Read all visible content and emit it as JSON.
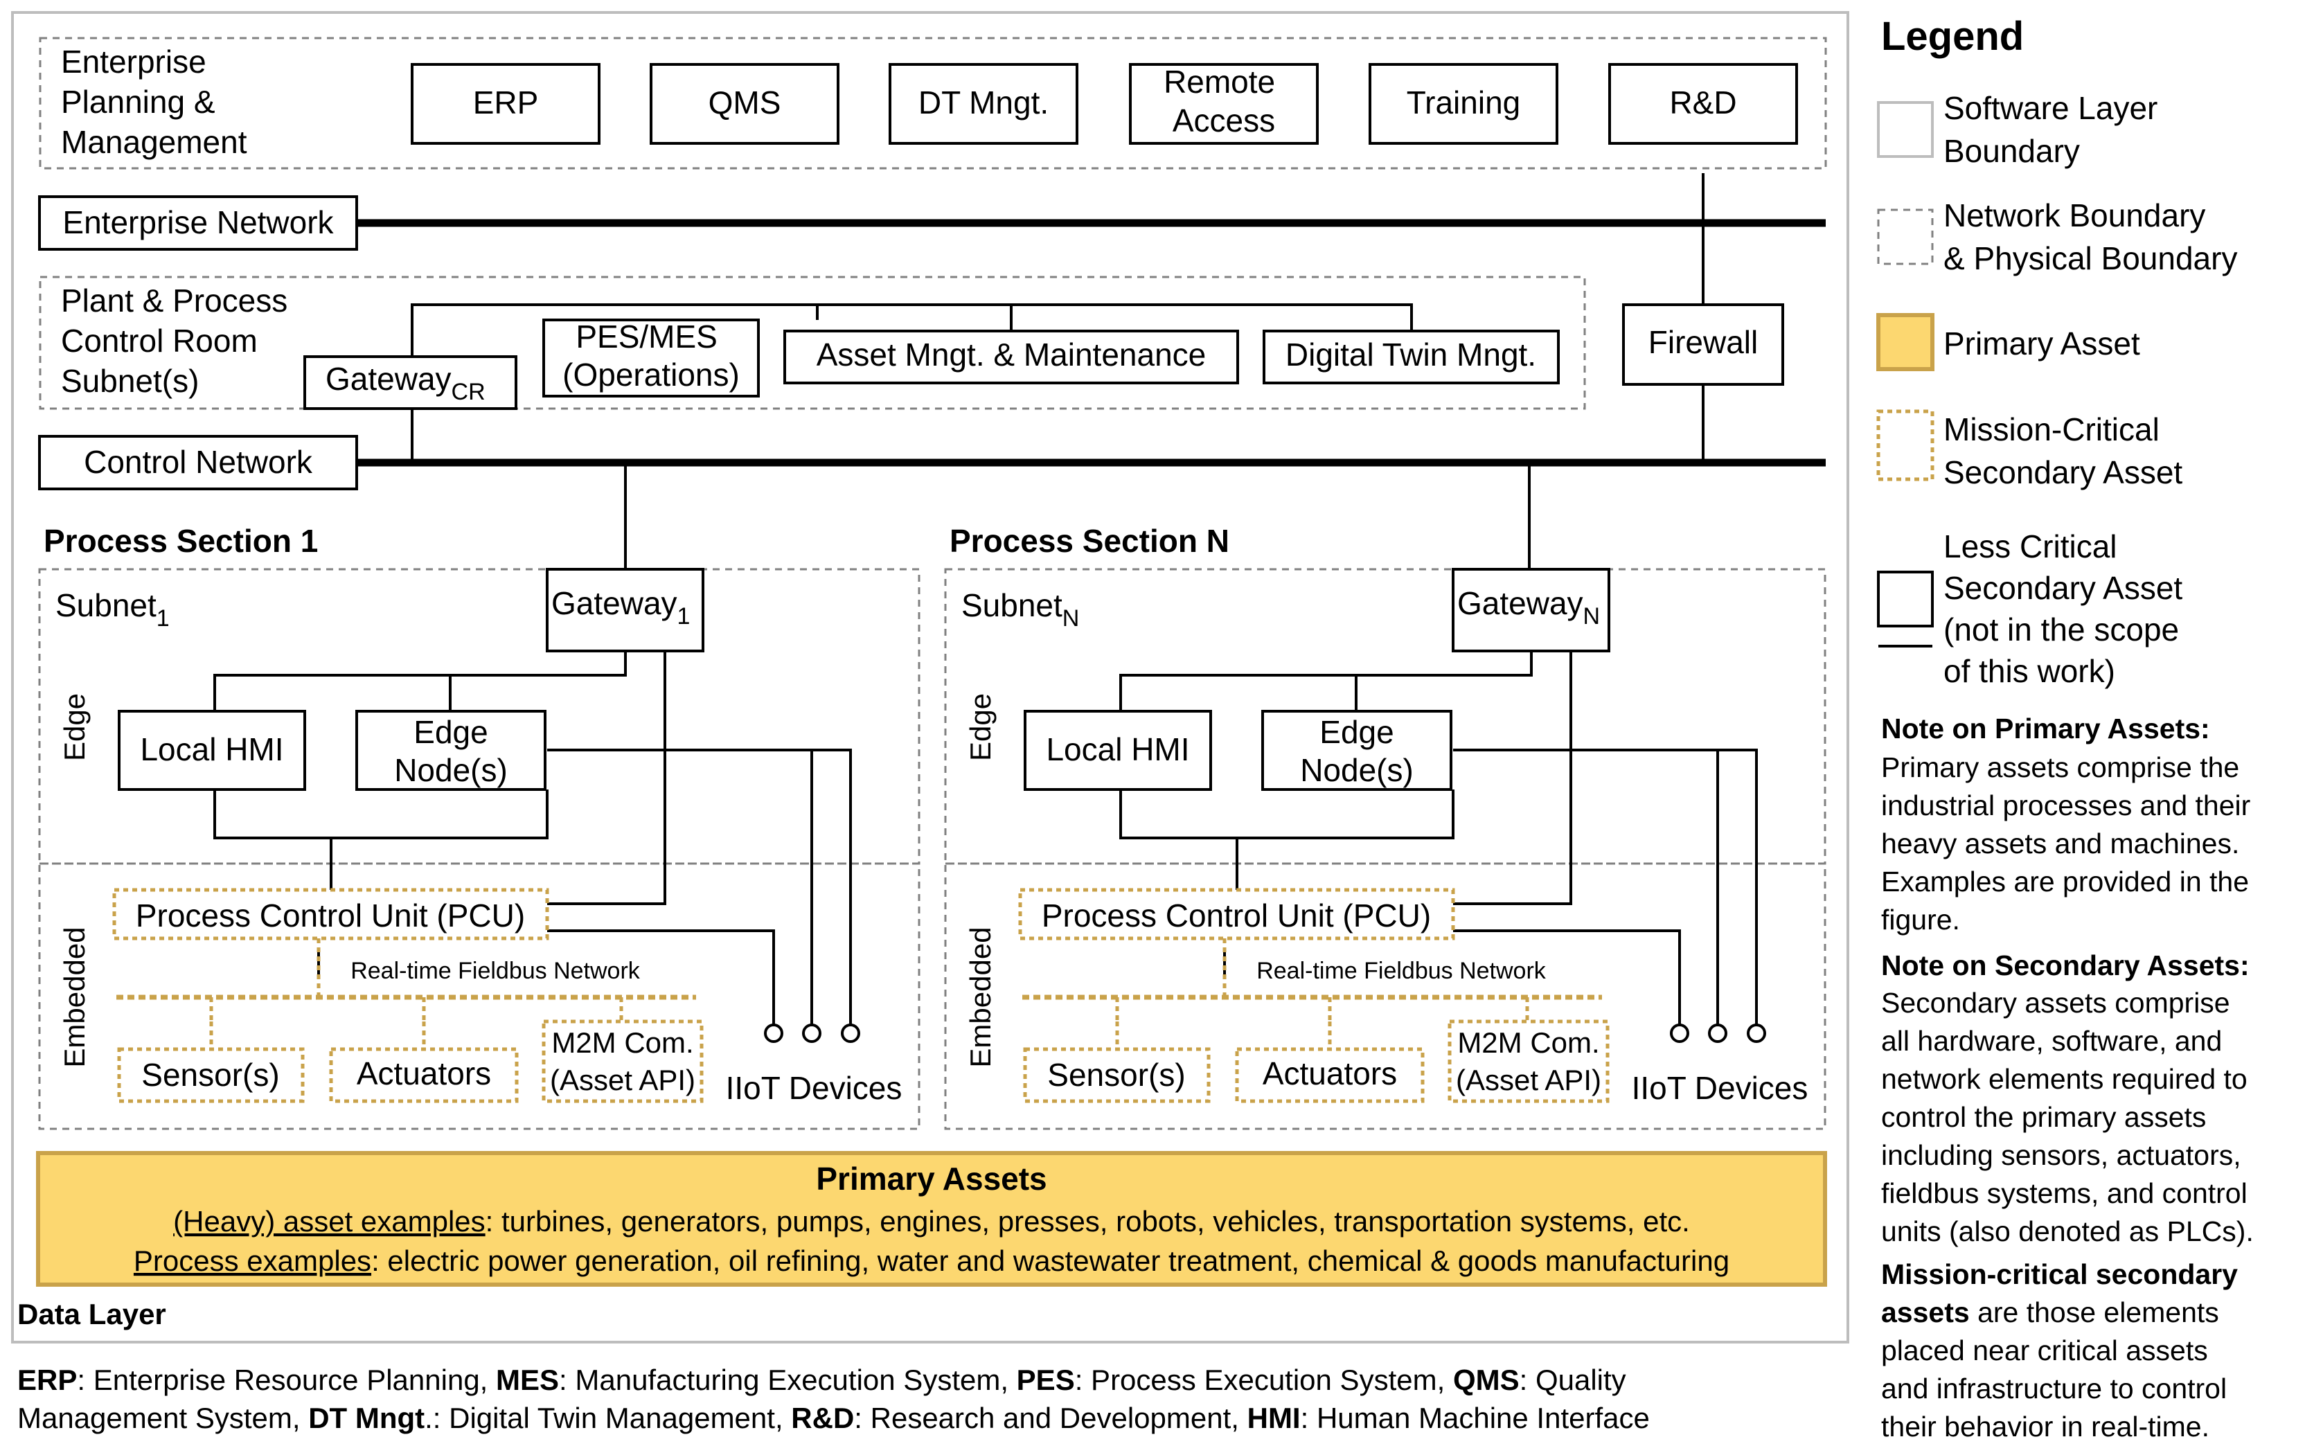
{
  "legend": {
    "title": "Legend",
    "software_layer_boundary": [
      "Software Layer",
      "Boundary"
    ],
    "network_boundary": [
      "Network Boundary",
      "& Physical Boundary"
    ],
    "primary_asset": "Primary Asset",
    "mission_critical": [
      "Mission-Critical",
      "Secondary Asset"
    ],
    "less_critical": [
      "Less Critical",
      "Secondary Asset",
      "(not in the scope",
      "of this work)"
    ]
  },
  "notes": {
    "primary_title": "Note on Primary Assets:",
    "primary_text": [
      "Primary assets comprise the",
      "industrial processes and their",
      "heavy assets and machines.",
      "Examples are provided in the",
      "figure."
    ],
    "secondary_title": "Note on Secondary Assets:",
    "secondary_text": [
      "Secondary assets comprise",
      "all hardware, software, and",
      "network elements required to",
      "control the primary assets",
      "including sensors, actuators,",
      "fieldbus systems, and control",
      "units (also denoted as PLCs)."
    ],
    "mission_title": [
      "Mission-critical secondary",
      "assets"
    ],
    "mission_rest": " are those elements",
    "mission_text": [
      "placed near critical  assets",
      "and infrastructure to control",
      "their behavior in real-time."
    ]
  },
  "enterprise": {
    "label": [
      "Enterprise",
      "Planning &",
      "Management"
    ],
    "modules": [
      "ERP",
      "QMS",
      "DT Mngt.",
      [
        "Remote",
        "Access"
      ],
      "Training",
      "R&D"
    ]
  },
  "networks": {
    "enterprise_network": "Enterprise Network",
    "control_network": "Control Network",
    "firewall": "Firewall"
  },
  "plant": {
    "label": [
      "Plant & Process",
      "Control Room",
      "Subnet(s)"
    ],
    "gateway": "Gateway",
    "gateway_sub": "CR",
    "pes_mes": [
      "PES/MES",
      "(Operations)"
    ],
    "asset_mngt": "Asset Mngt. & Maintenance",
    "digital_twin": "Digital Twin Mngt."
  },
  "sections": [
    {
      "title": "Process Section 1",
      "subnet": "Subnet",
      "subnet_sub": "1",
      "gateway": "Gateway",
      "gateway_sub": "1",
      "edge_label": "Edge",
      "embedded_label": "Embedded",
      "local_hmi": "Local HMI",
      "edge_node": [
        "Edge",
        "Node(s)"
      ],
      "pcu": "Process Control Unit (PCU)",
      "fieldbus": "Real-time Fieldbus Network",
      "sensors": "Sensor(s)",
      "actuators": "Actuators",
      "m2m": [
        "M2M Com.",
        "(Asset API)"
      ],
      "iiot": "IIoT Devices"
    },
    {
      "title": "Process Section N",
      "subnet": "Subnet",
      "subnet_sub": "N",
      "gateway": "Gateway",
      "gateway_sub": "N",
      "edge_label": "Edge",
      "embedded_label": "Embedded",
      "local_hmi": "Local HMI",
      "edge_node": [
        "Edge",
        "Node(s)"
      ],
      "pcu": "Process Control Unit (PCU)",
      "fieldbus": "Real-time Fieldbus Network",
      "sensors": "Sensor(s)",
      "actuators": "Actuators",
      "m2m": [
        "M2M Com.",
        "(Asset API)"
      ],
      "iiot": "IIoT Devices"
    }
  ],
  "primary_assets": {
    "title": "Primary Assets",
    "heavy_label": "(Heavy) asset examples",
    "heavy_text": ": turbines, generators, pumps, engines, presses, robots, vehicles, transportation systems, etc.",
    "process_label": "Process examples",
    "process_text": ": electric power generation, oil refining, water and wastewater treatment, chemical & goods manufacturing"
  },
  "data_layer": "Data Layer",
  "abbreviations": [
    [
      [
        "ERP",
        true
      ],
      [
        ": Enterprise Resource Planning, ",
        false
      ],
      [
        "MES",
        true
      ],
      [
        ": Manufacturing Execution System, ",
        false
      ],
      [
        "PES",
        true
      ],
      [
        ": Process Execution System, ",
        false
      ],
      [
        "QMS",
        true
      ],
      [
        ": Quality",
        false
      ]
    ],
    [
      [
        "Management System, ",
        false
      ],
      [
        "DT Mngt",
        true
      ],
      [
        ".: Digital Twin Management, ",
        false
      ],
      [
        "R&D",
        true
      ],
      [
        ": Research and Development, ",
        false
      ],
      [
        "HMI",
        true
      ],
      [
        ": Human Machine Interface",
        false
      ]
    ]
  ],
  "colors": {
    "primary_fill": "#fcd770",
    "primary_border": "#c9a24a",
    "mission_border": "#c9a24a",
    "boundary_grey": "#808080"
  }
}
